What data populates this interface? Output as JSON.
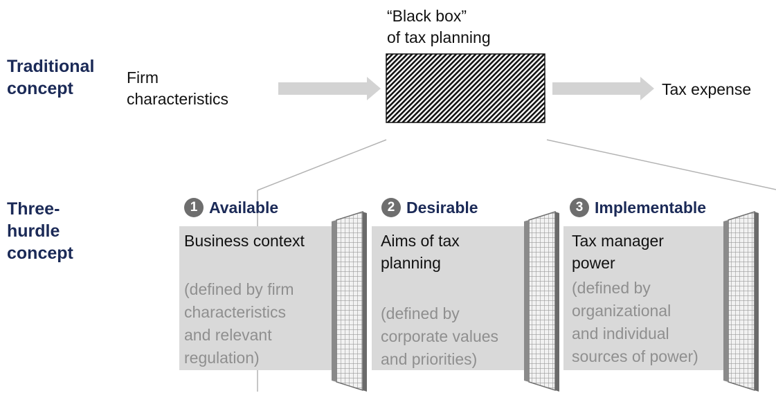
{
  "traditional": {
    "row_label": "Traditional\nconcept",
    "input_label": "Firm\ncharacteristics",
    "black_box_label": "“Black box”\nof tax planning",
    "output_label": "Tax expense"
  },
  "three_hurdle": {
    "row_label": "Three-\nhurdle\nconcept",
    "hurdles": [
      {
        "number": "1",
        "heading": "Available",
        "title": "Business context",
        "description": "(defined by firm\ncharacteristics\nand relevant\nregulation)"
      },
      {
        "number": "2",
        "heading": "Desirable",
        "title": "Aims of tax\nplanning",
        "description": "(defined by\ncorporate values\nand priorities)"
      },
      {
        "number": "3",
        "heading": "Implementable",
        "title": "Tax manager\npower",
        "description": "(defined by\norganizational\nand individual\nsources of power)"
      }
    ]
  },
  "colors": {
    "heading_navy": "#1b2a57",
    "arrow_gray": "#d3d3d3",
    "box_gray": "#d9d9d9",
    "desc_gray": "#8f8f8f",
    "circle_gray": "#6e6e6e"
  }
}
